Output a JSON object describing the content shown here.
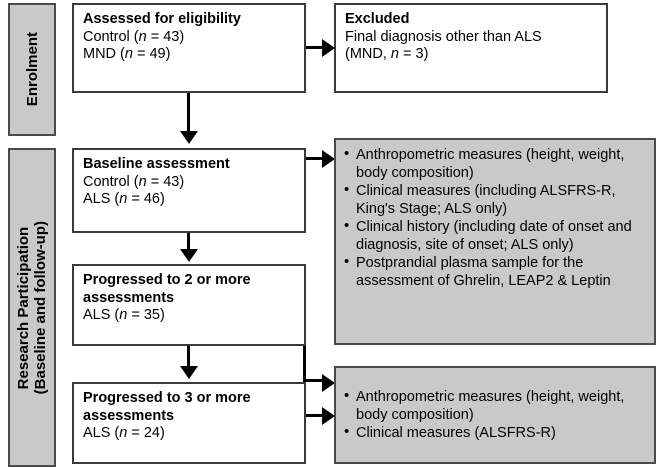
{
  "figure": {
    "type": "flowchart",
    "orientation": "vertical-with-side-branches"
  },
  "stages": [
    {
      "id": "enrolment",
      "label": "Enrolment"
    },
    {
      "id": "research-participation",
      "label": "Research Participation\n(Baseline and follow-up)"
    }
  ],
  "nodes": {
    "assessed": {
      "title": "Assessed for eligibility",
      "lines": [
        "Control (n = 43)",
        "MND (n = 49)"
      ]
    },
    "excluded": {
      "title": "Excluded",
      "lines": [
        "Final diagnosis other than ALS",
        "(MND, n = 3)"
      ]
    },
    "baseline": {
      "title": "Baseline assessment",
      "lines": [
        "Control (n = 43)",
        "ALS (n = 46)"
      ]
    },
    "progressed2": {
      "title": "Progressed to 2 or more assessments",
      "lines": [
        "ALS (n = 35)"
      ]
    },
    "progressed3": {
      "title": "Progressed to 3 or more assessments",
      "lines": [
        "ALS (n = 24)"
      ]
    }
  },
  "infoboxes": {
    "baseline_measures": {
      "items": [
        "Anthropometric measures (height, weight, body composition)",
        "Clinical measures (including ALSFRS-R, King's Stage; ALS only)",
        "Clinical history (including date of onset and diagnosis, site of onset; ALS only)",
        "Postprandial plasma sample for the assessment of Ghrelin, LEAP2 & Leptin"
      ]
    },
    "followup_measures": {
      "items": [
        "Anthropometric measures (height, weight, body composition)",
        "Clinical measures (ALSFRS-R)"
      ]
    }
  },
  "colors": {
    "grey_fill": "#c9c9c9",
    "grey_border": "#4a4a4a",
    "box_border": "#3a3a3a",
    "text": "#000000",
    "background": "#ffffff"
  }
}
